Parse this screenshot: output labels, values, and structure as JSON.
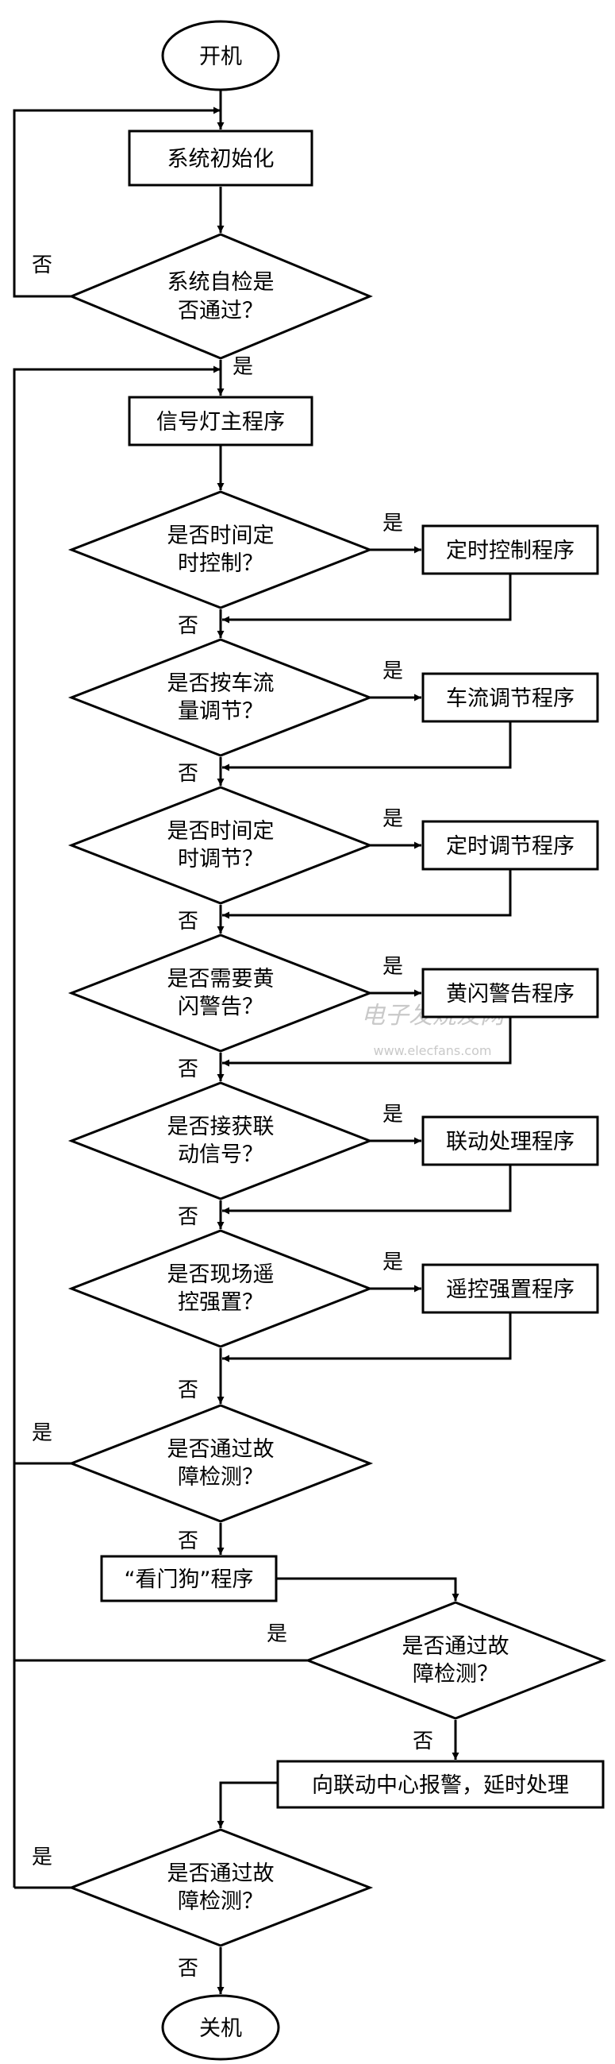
{
  "diagram": {
    "nodes": {
      "start": "开机",
      "init": "系统初始化",
      "selfcheck": [
        "系统自检是",
        "否通过？"
      ],
      "main": "信号灯主程序",
      "d1": [
        "是否时间定",
        "时控制？"
      ],
      "p1": "定时控制程序",
      "d2": [
        "是否按车流",
        "量调节？"
      ],
      "p2": "车流调节程序",
      "d3": [
        "是否时间定",
        "时调节？"
      ],
      "p3": "定时调节程序",
      "d4": [
        "是否需要黄",
        "闪警告？"
      ],
      "p4": "黄闪警告程序",
      "d5": [
        "是否接获联",
        "动信号？"
      ],
      "p5": "联动处理程序",
      "d6": [
        "是否现场遥",
        "控强置？"
      ],
      "p6": "遥控强置程序",
      "fault1": [
        "是否通过故",
        "障检测？"
      ],
      "watchdog": "“看门狗”程序",
      "fault2": [
        "是否通过故",
        "障检测？"
      ],
      "alarm": "向联动中心报警，延时处理",
      "fault3": [
        "是否通过故",
        "障检测？"
      ],
      "end": "关机"
    },
    "labels": {
      "yes": "是",
      "no": "否"
    },
    "watermark": {
      "main": "电子发烧友网",
      "url": "www.elecfans.com"
    }
  }
}
